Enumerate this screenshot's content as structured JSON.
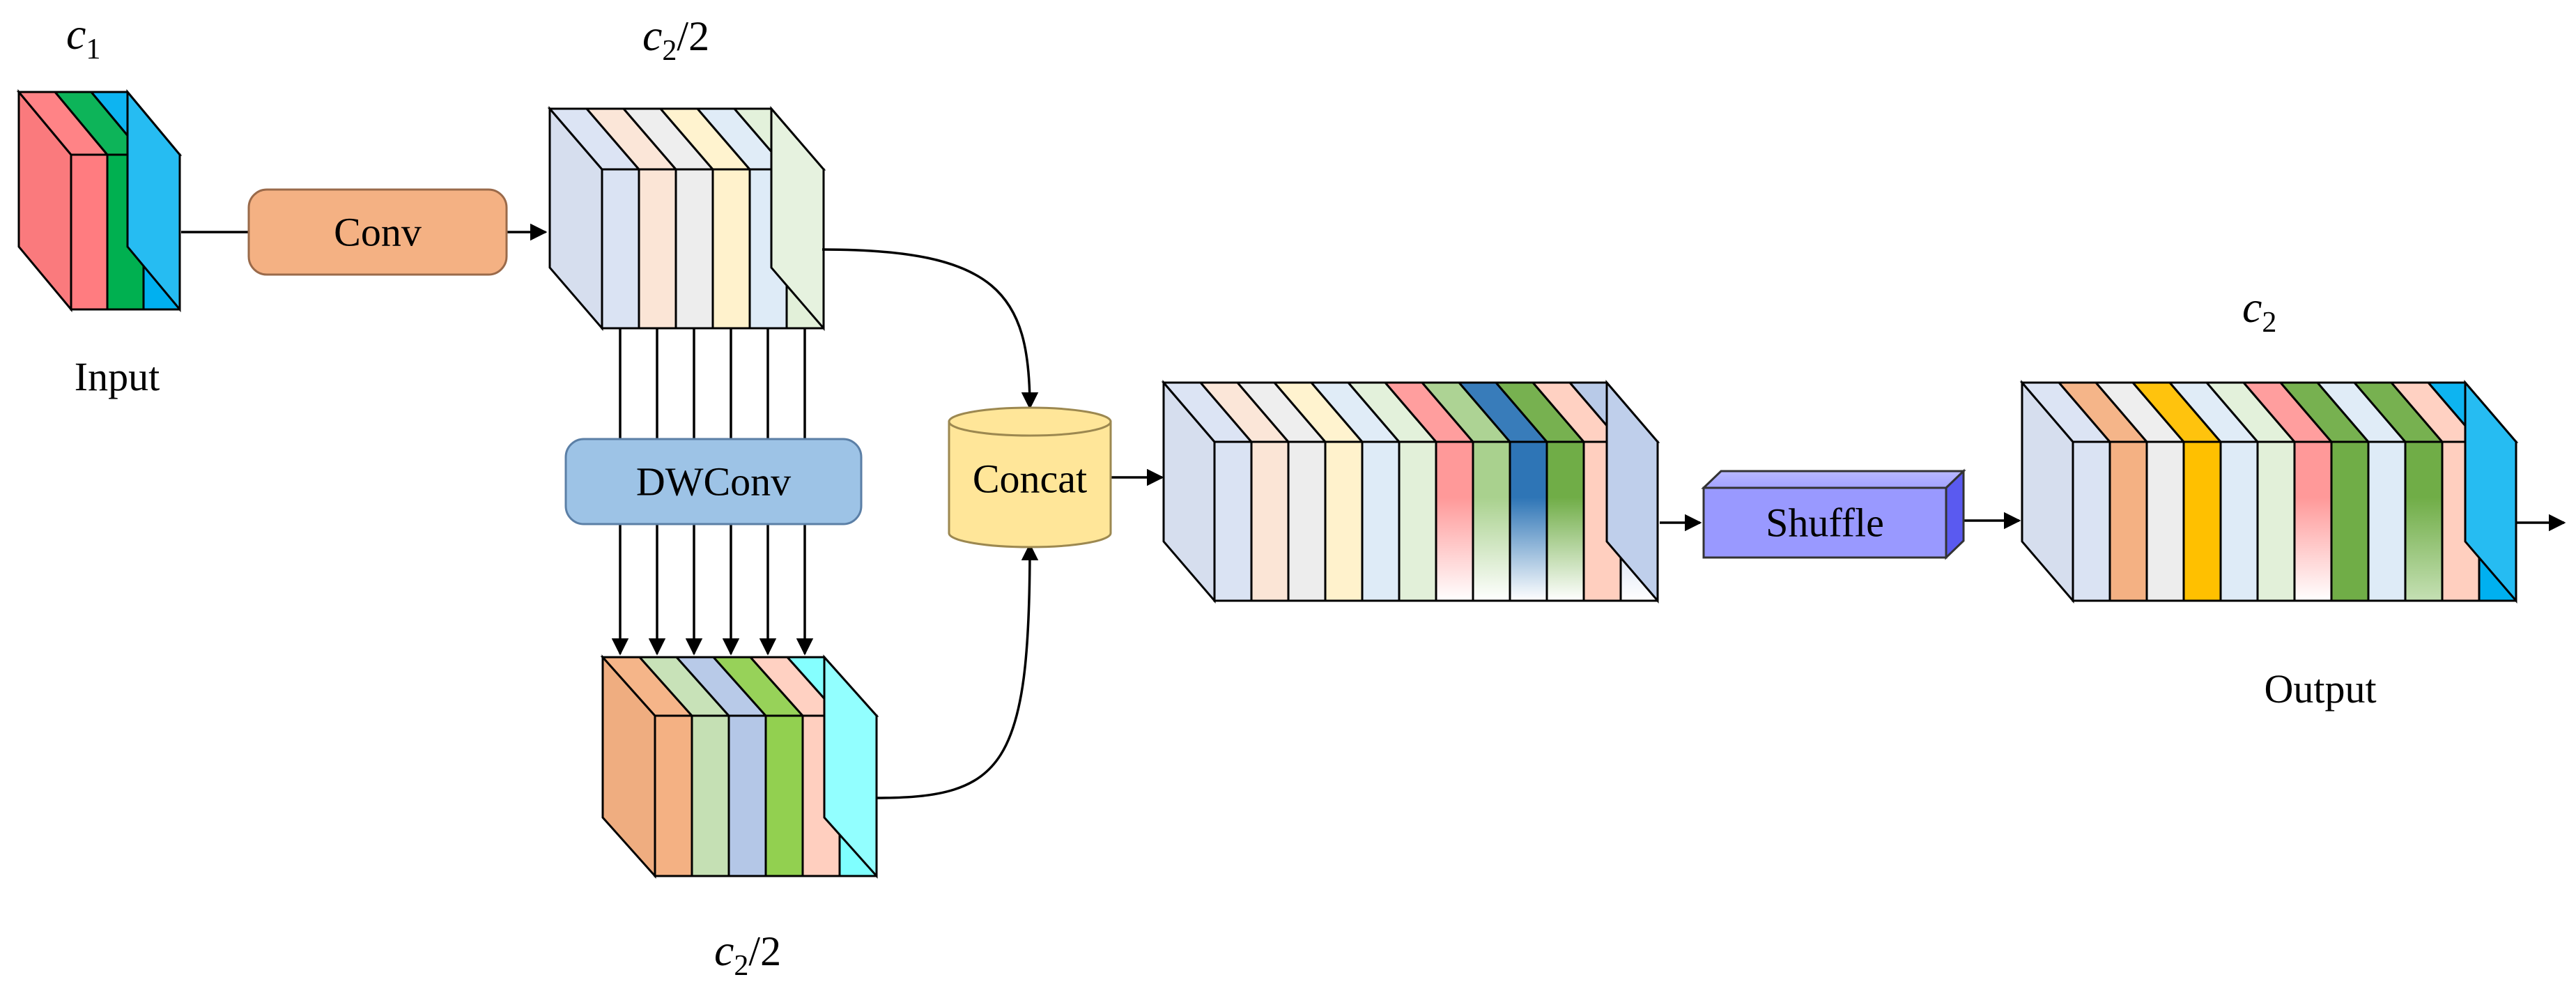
{
  "labels": {
    "conv": "Conv",
    "dwconv": "DWConv",
    "concat": "Concat",
    "shuffle": "Shuffle",
    "input": "Input",
    "output": "Output",
    "c1": {
      "main": "c",
      "sub": "1",
      "rest": ""
    },
    "c2_half_top": {
      "main": "c",
      "sub": "2",
      "rest": "/2"
    },
    "c2_half_bottom": {
      "main": "c",
      "sub": "2",
      "rest": "/2"
    },
    "c2": {
      "main": "c",
      "sub": "2",
      "rest": ""
    }
  },
  "colors": {
    "conv_box": "#f4b183",
    "dwconv_box": "#9dc3e6",
    "concat_cylinder": "#ffe699",
    "shuffle_box": "#9999ff",
    "input_slices": [
      "#ff7c80",
      "#00b050",
      "#00b0f0"
    ],
    "conv_out_slices": [
      "#dae3f3",
      "#fbe5d6",
      "#ededed",
      "#fff2cc",
      "#deebf7",
      "#e2f0d9"
    ],
    "dwconv_out_slices": [
      "#f4b183",
      "#c5e0b4",
      "#b4c7e7",
      "#92d050",
      "#ffcfbf",
      "#7fffff"
    ],
    "concat_out_slices": [
      {
        "top": "#dae3f3",
        "bottom": "#dae3f3"
      },
      {
        "top": "#fbe5d6",
        "bottom": "#fbe5d6"
      },
      {
        "top": "#ededed",
        "bottom": "#ededed"
      },
      {
        "top": "#fff2cc",
        "bottom": "#fff2cc"
      },
      {
        "top": "#deebf7",
        "bottom": "#deebf7"
      },
      {
        "top": "#e2f0d9",
        "bottom": "#e2f0d9"
      },
      {
        "top": "#ff9999",
        "bottom": "#ffffff"
      },
      {
        "top": "#a9d18e",
        "bottom": "#ffffff"
      },
      {
        "top": "#2e75b6",
        "bottom": "#ffffff"
      },
      {
        "top": "#70ad47",
        "bottom": "#ffffff"
      },
      {
        "top": "#ffcfbf",
        "bottom": "#ffcfbf"
      },
      {
        "top": "#b4c7e7",
        "bottom": "#ffffff"
      }
    ],
    "output_slices": [
      {
        "top": "#dae3f3",
        "bottom": "#dae3f3"
      },
      {
        "top": "#f4b183",
        "bottom": "#f4b183"
      },
      {
        "top": "#ededed",
        "bottom": "#ededed"
      },
      {
        "top": "#ffc000",
        "bottom": "#ffc000"
      },
      {
        "top": "#deebf7",
        "bottom": "#deebf7"
      },
      {
        "top": "#e2f0d9",
        "bottom": "#e2f0d9"
      },
      {
        "top": "#ff9999",
        "bottom": "#ffffff"
      },
      {
        "top": "#70ad47",
        "bottom": "#70ad47"
      },
      {
        "top": "#deebf7",
        "bottom": "#deebf7"
      },
      {
        "top": "#70ad47",
        "bottom": "#c5e0b4"
      },
      {
        "top": "#ffcfbf",
        "bottom": "#ffcfbf"
      },
      {
        "top": "#00b0f0",
        "bottom": "#00b0f0"
      }
    ]
  }
}
